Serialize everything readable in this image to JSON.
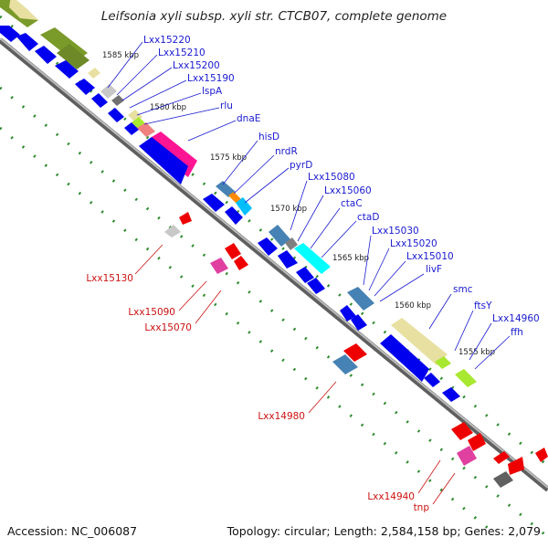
{
  "title": "Leifsonia xyli subsp. xyli str. CTCB07, complete genome",
  "footer": {
    "accession": "Accession: NC_006087",
    "topology": "Topology: circular; Length: 2,584,158 bp; Genes: 2,079"
  },
  "colors": {
    "forward_label": "#1a1ad0",
    "reverse_label": "#cc1111",
    "backbone": "#8c8c8c",
    "tick": "#2e8b2e",
    "cds": "#0000ee",
    "reverse_gene": "#ee0000"
  },
  "kbp_labels": [
    "1585 kbp",
    "1580 kbp",
    "1575 kbp",
    "1570 kbp",
    "1565 kbp",
    "1560 kbp",
    "1555 kbp"
  ],
  "forward_labels": [
    "Lxx15220",
    "Lxx15210",
    "Lxx15200",
    "Lxx15190",
    "lspA",
    "rlu",
    "dnaE",
    "hisD",
    "nrdR",
    "pyrD",
    "Lxx15080",
    "Lxx15060",
    "ctaC",
    "ctaD",
    "Lxx15030",
    "Lxx15020",
    "Lxx15010",
    "livF",
    "smc",
    "ftsY",
    "Lxx14960",
    "ffh"
  ],
  "reverse_labels": [
    "Lxx15130",
    "Lxx15090",
    "Lxx15070",
    "Lxx14980",
    "Lxx14940",
    "tnp"
  ]
}
